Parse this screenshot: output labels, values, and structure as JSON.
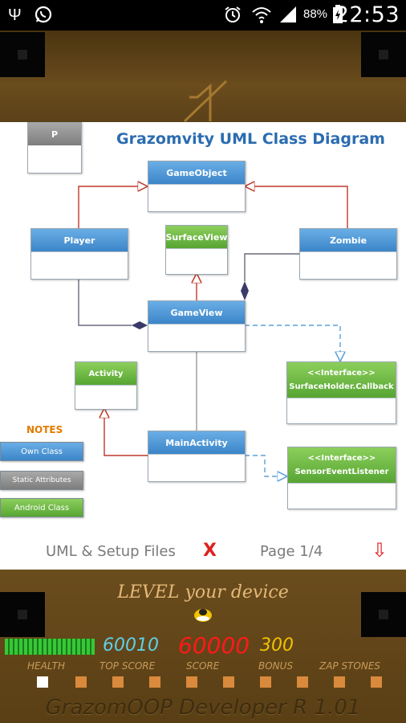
{
  "status_bar": {
    "left_icons": [
      "usb-icon",
      "whatsapp-icon"
    ],
    "right_icons": [
      "alarm-icon",
      "wifi-icon",
      "signal-icon",
      "battery-charging-icon"
    ],
    "battery": "88%",
    "time": "22:53"
  },
  "uml": {
    "title": "Grazomvity UML Class Diagram",
    "legend_box": "P",
    "classes": {
      "gameobject": "GameObject",
      "player": "Player",
      "surfaceview": "SurfaceView",
      "zombie": "Zombie",
      "gameview": "GameView",
      "activity": "Activity",
      "surfaceholder_stereotype": "<<Interface>>",
      "surfaceholder_name": "SurfaceHolder.Callback",
      "mainactivity": "MainActivity",
      "sensor_stereotype": "<<Interface>>",
      "sensor_name": "SensorEventListener"
    },
    "notes": {
      "title": "NOTES",
      "own_class": "Own Class",
      "static_attributes": "Static Attributes",
      "android_class": "Android Class"
    },
    "colors": {
      "own_class": "#3b85c8",
      "android_class": "#57a533",
      "static_attributes": "#7d7d7d",
      "inheritance_line": "#c0392b",
      "interface_line": "#5aa0d8",
      "association_line": "#6a6a7a"
    }
  },
  "panel_footer": {
    "label": "UML & Setup Files",
    "close": "X",
    "page": "Page 1/4",
    "down_arrow": "⇩"
  },
  "game": {
    "message": "LEVEL your device",
    "health_label": "HEALTH",
    "top_score_value": "60010",
    "top_score_label": "TOP SCORE",
    "score_value": "60000",
    "score_label": "SCORE",
    "bonus_value": "300",
    "bonus_label": "BONUS",
    "zap_stones_label": "ZAP STONES",
    "developer_text": "GrazomOOP Developer R 1.01"
  }
}
